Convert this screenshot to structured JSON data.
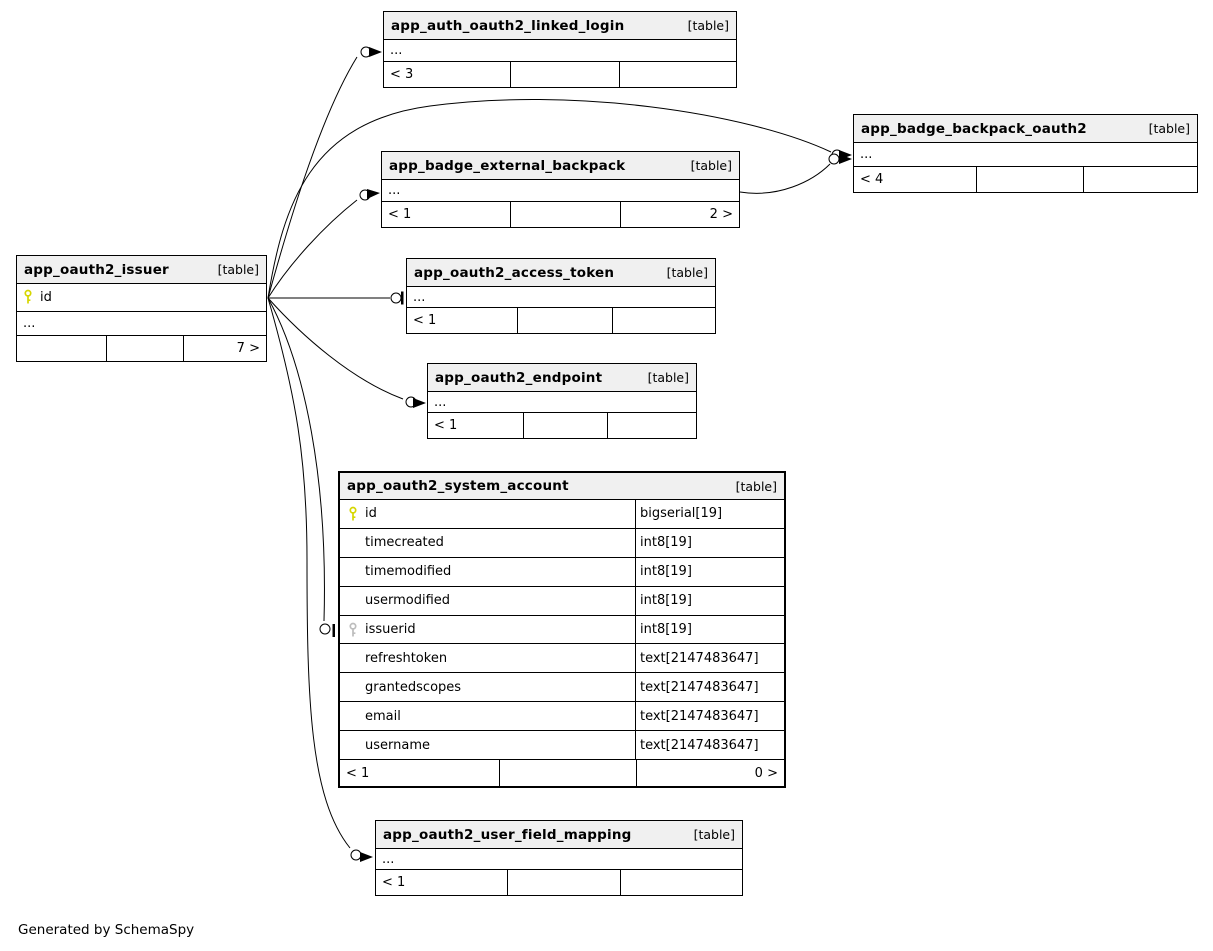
{
  "page": {
    "generated_by": "Generated by SchemaSpy"
  },
  "colors": {
    "header_bg": "#f0f0f0",
    "pk_key": "#d6d600",
    "fk_key": "#bdbdbd",
    "border": "#000000"
  },
  "tables": [
    {
      "name": "app_auth_oauth2_linked_login",
      "badge": "[table]",
      "ellipsis": "...",
      "footer": [
        "< 3",
        "",
        ""
      ]
    },
    {
      "name": "app_badge_backpack_oauth2",
      "badge": "[table]",
      "ellipsis": "...",
      "footer": [
        "< 4",
        "",
        ""
      ]
    },
    {
      "name": "app_badge_external_backpack",
      "badge": "[table]",
      "ellipsis": "...",
      "footer": [
        "< 1",
        "",
        "2 >"
      ]
    },
    {
      "name": "app_oauth2_issuer",
      "badge": "[table]",
      "columns": [
        {
          "name": "id",
          "key": "pk"
        }
      ],
      "ellipsis": "...",
      "footer": [
        "",
        "",
        "7 >"
      ]
    },
    {
      "name": "app_oauth2_access_token",
      "badge": "[table]",
      "ellipsis": "...",
      "footer": [
        "< 1",
        "",
        ""
      ]
    },
    {
      "name": "app_oauth2_endpoint",
      "badge": "[table]",
      "ellipsis": "...",
      "footer": [
        "< 1",
        "",
        ""
      ]
    },
    {
      "name": "app_oauth2_system_account",
      "badge": "[table]",
      "columns": [
        {
          "name": "id",
          "type": "bigserial[19]",
          "key": "pk"
        },
        {
          "name": "timecreated",
          "type": "int8[19]"
        },
        {
          "name": "timemodified",
          "type": "int8[19]"
        },
        {
          "name": "usermodified",
          "type": "int8[19]"
        },
        {
          "name": "issuerid",
          "type": "int8[19]",
          "key": "fk"
        },
        {
          "name": "refreshtoken",
          "type": "text[2147483647]"
        },
        {
          "name": "grantedscopes",
          "type": "text[2147483647]"
        },
        {
          "name": "email",
          "type": "text[2147483647]"
        },
        {
          "name": "username",
          "type": "text[2147483647]"
        }
      ],
      "footer": [
        "< 1",
        "",
        "0 >"
      ]
    },
    {
      "name": "app_oauth2_user_field_mapping",
      "badge": "[table]",
      "ellipsis": "...",
      "footer": [
        "< 1",
        "",
        ""
      ]
    }
  ]
}
